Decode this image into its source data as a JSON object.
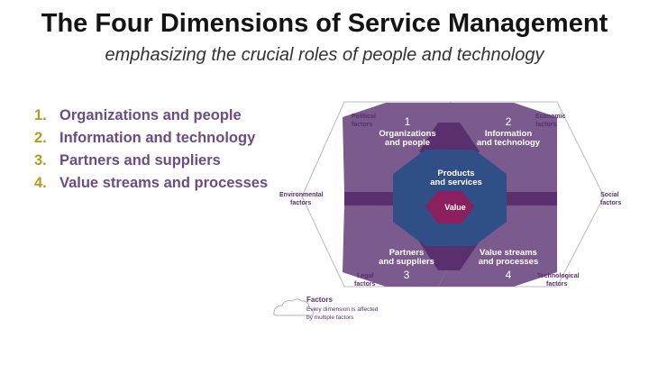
{
  "title": "The Four Dimensions of Service Management",
  "subtitle": "emphasizing the crucial roles of people and technology",
  "dimensions": [
    {
      "num": "1.",
      "label": "Organizations and people"
    },
    {
      "num": "2.",
      "label": "Information and technology"
    },
    {
      "num": "3.",
      "label": "Partners and suppliers"
    },
    {
      "num": "4.",
      "label": "Value streams and processes"
    }
  ],
  "diagram": {
    "quadrants": [
      {
        "num": "1",
        "line1": "Organizations",
        "line2": "and people"
      },
      {
        "num": "2",
        "line1": "Information",
        "line2": "and technology"
      },
      {
        "num": "3",
        "line1": "Partners",
        "line2": "and suppliers"
      },
      {
        "num": "4",
        "line1": "Value streams",
        "line2": "and processes"
      }
    ],
    "center": {
      "line1": "Products",
      "line2": "and services",
      "value": "Value"
    },
    "factors": {
      "political": {
        "line1": "Political",
        "line2": "factors"
      },
      "economic": {
        "line1": "Economic",
        "line2": "factors"
      },
      "environmental": {
        "line1": "Environmental",
        "line2": "factors"
      },
      "social": {
        "line1": "Social",
        "line2": "factors"
      },
      "legal": {
        "line1": "Legal",
        "line2": "factors"
      },
      "technological": {
        "line1": "Technological",
        "line2": "factors"
      }
    },
    "legend": {
      "title": "Factors",
      "line1": "Every dimension is affected",
      "line2": "by multiple factors"
    },
    "colors": {
      "hex_purple": "#7b5a8e",
      "hex_dark": "#5a2f6e",
      "center_blue": "#2f4f86",
      "value_magenta": "#8c1f5e",
      "factor_text": "#5a2f6e",
      "numbered_gold": "#b59a1e"
    }
  }
}
